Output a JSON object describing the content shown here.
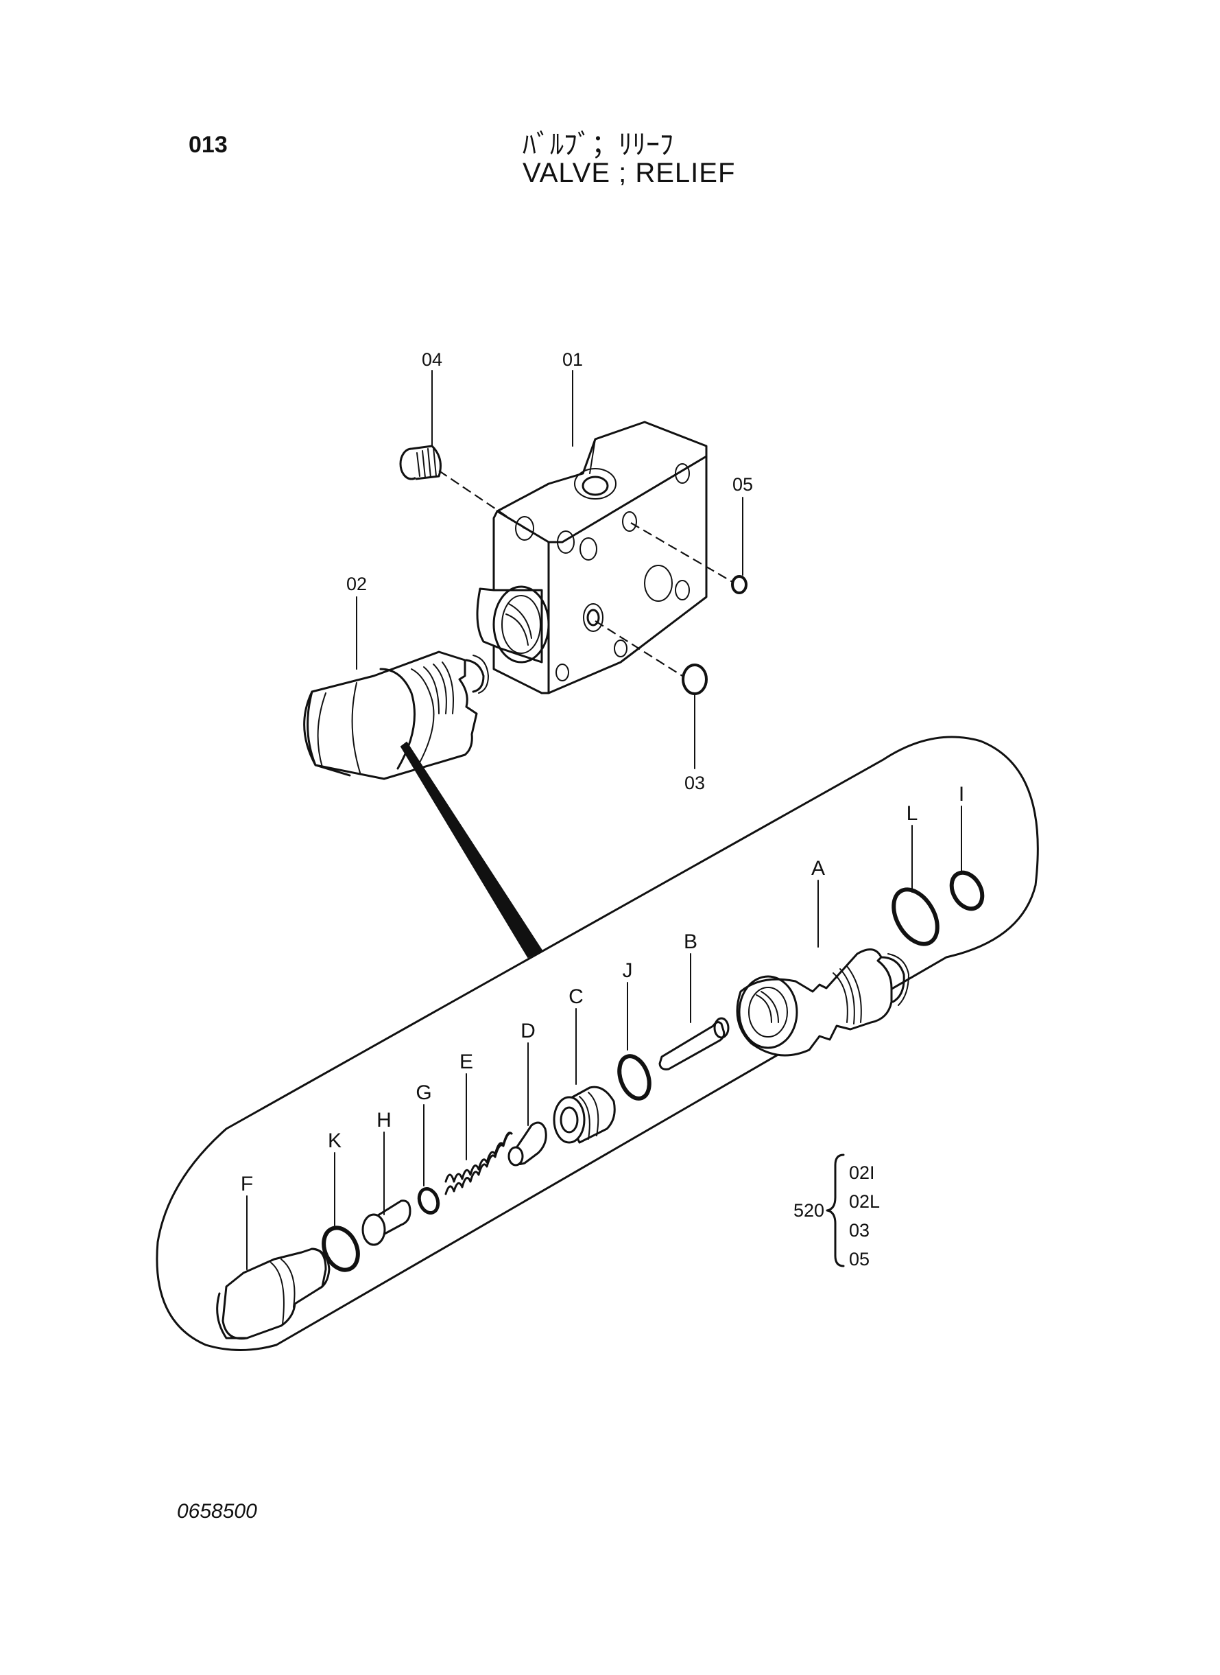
{
  "header": {
    "page_number": "013",
    "title_jp": "ﾊﾞﾙﾌﾞ；ﾘﾘｰﾌ",
    "title_en": "VALVE ; RELIEF"
  },
  "callouts": {
    "block": "01",
    "relief_valve": "02",
    "o_ring_large": "03",
    "plug": "04",
    "o_ring_small": "05"
  },
  "detail_labels": {
    "a": "A",
    "b": "B",
    "c": "C",
    "d": "D",
    "e": "E",
    "f": "F",
    "g": "G",
    "h": "H",
    "i": "I",
    "j": "J",
    "k": "K",
    "l": "L"
  },
  "kit": {
    "number": "520",
    "items": [
      "02I",
      "02L",
      "03",
      "05"
    ]
  },
  "footer": {
    "drawing_number": "0658500"
  }
}
